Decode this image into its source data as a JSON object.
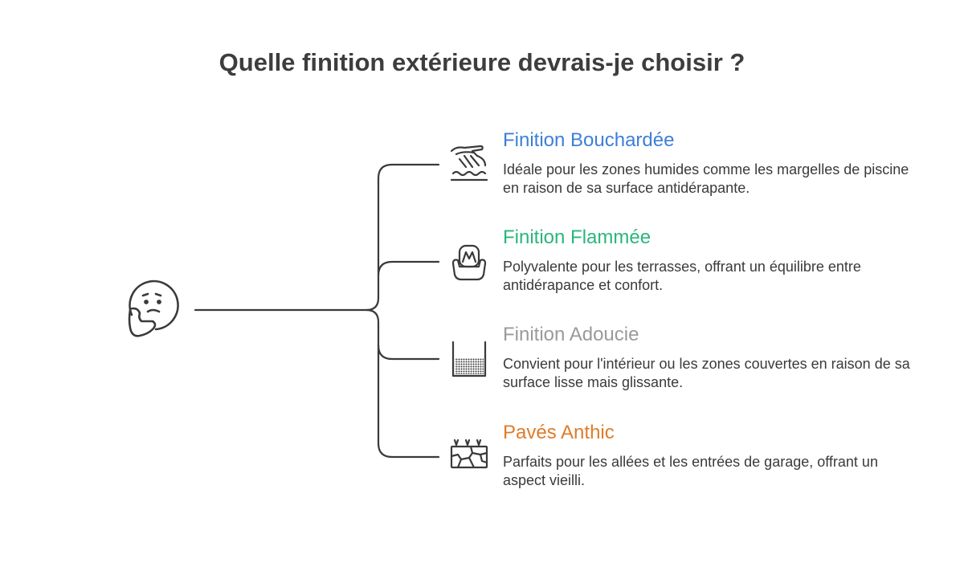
{
  "title": "Quelle finition extérieure devrais-je choisir ?",
  "options": [
    {
      "title": "Finition Bouchardée",
      "description": "Idéale pour les zones humides comme les margelles de piscine en raison de sa surface antidérapante.",
      "color": "#3d7fd6",
      "icon": "hand-texture-icon"
    },
    {
      "title": "Finition Flammée",
      "description": "Polyvalente pour les terrasses, offrant un équilibre entre antidérapance et confort.",
      "color": "#2ab67c",
      "icon": "cushioned-seat-icon"
    },
    {
      "title": "Finition Adoucie",
      "description": "Convient pour l'intérieur ou les zones couvertes en raison de sa surface lisse mais glissante.",
      "color": "#9a9a9a",
      "icon": "smooth-surface-icon"
    },
    {
      "title": "Pavés Anthic",
      "description": "Parfaits pour les allées et les entrées de garage, offrant un aspect vieilli.",
      "color": "#de7c2a",
      "icon": "paving-stones-icon"
    }
  ],
  "line_color": "#3a3a3a",
  "central_icon": "thinking-face-icon"
}
